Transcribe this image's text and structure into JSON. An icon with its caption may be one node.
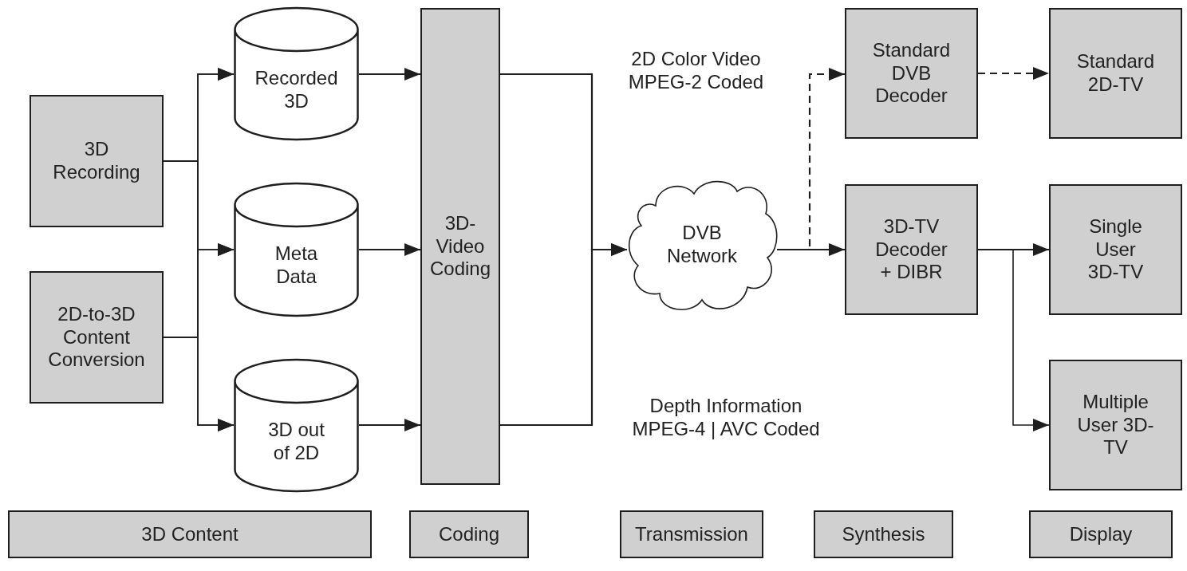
{
  "diagram": {
    "nodes": [
      {
        "text": [
          "3D Recording"
        ]
      },
      {
        "text": [
          "2D-to-3D Content Conversion"
        ]
      },
      {
        "text": [
          "Recorded 3D"
        ]
      },
      {
        "text": [
          "Meta Data"
        ]
      },
      {
        "text": [
          "3D out of 2D"
        ]
      },
      {
        "text": [
          "3D-Video Coding"
        ]
      },
      {
        "text": [
          "DVB Network"
        ]
      },
      {
        "text": [
          "Standard DVB Decoder"
        ]
      },
      {
        "text": [
          "Standard 2D-TV"
        ]
      },
      {
        "text": [
          "3D-TV Decoder + DIBR"
        ]
      },
      {
        "text": [
          "Single User 3D-TV"
        ]
      },
      {
        "text": [
          "Multiple User 3D-TV"
        ]
      },
      {
        "text": [
          "3D Content"
        ]
      },
      {
        "text": [
          "Coding"
        ]
      },
      {
        "text": [
          "Transmission"
        ]
      },
      {
        "text": [
          "Synthesis"
        ]
      },
      {
        "text": [
          "Display"
        ]
      }
    ],
    "edges": [
      {
        "from": 0,
        "to": 2,
        "arrow": "to"
      },
      {
        "from": 0,
        "to": 3,
        "arrow": "to"
      },
      {
        "from": 0,
        "to": 4,
        "arrow": "to"
      },
      {
        "from": 1,
        "to": 2,
        "arrow": "to"
      },
      {
        "from": 1,
        "to": 3,
        "arrow": "to"
      },
      {
        "from": 1,
        "to": 4,
        "arrow": "to"
      },
      {
        "from": 2,
        "to": 5,
        "arrow": "to"
      },
      {
        "from": 3,
        "to": 5,
        "arrow": "to"
      },
      {
        "from": 4,
        "to": 5,
        "arrow": "to"
      },
      {
        "from": 5,
        "to": 6,
        "arrow": "to",
        "label": "2D Color Video MPEG-2 Coded"
      },
      {
        "from": 5,
        "to": 6,
        "arrow": "to",
        "label": "Depth Information MPEG-4 | AVC Coded"
      },
      {
        "from": 6,
        "to": 9,
        "arrow": "to"
      },
      {
        "from": 6,
        "to": 7,
        "arrow": "to",
        "style": "dashed"
      },
      {
        "from": 7,
        "to": 8,
        "arrow": "to",
        "style": "dashed"
      },
      {
        "from": 9,
        "to": 10,
        "arrow": "to"
      },
      {
        "from": 9,
        "to": 11,
        "arrow": "to"
      }
    ]
  }
}
